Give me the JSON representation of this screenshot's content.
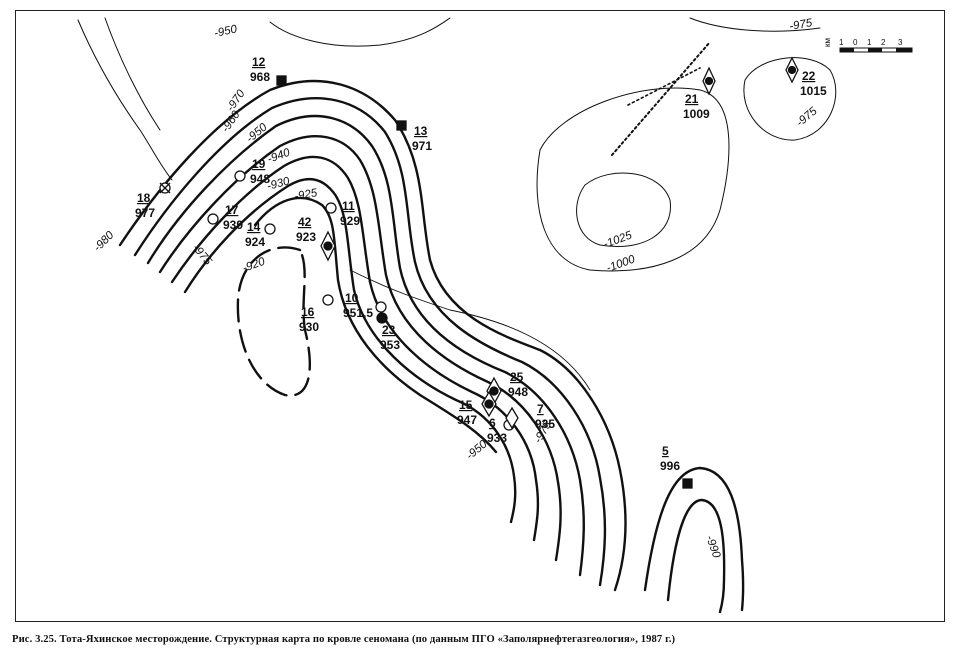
{
  "caption": "Рис. 3.25. Тота-Яхинское месторождение. Структурная карта по кровле сеномана (по данным ПГО «Заполярнефтегазгеология», 1987 г.)",
  "wells": [
    {
      "num": "12",
      "alt": "968",
      "icon": "well-filled-square-icon"
    },
    {
      "num": "13",
      "alt": "971",
      "icon": "well-filled-square-icon"
    },
    {
      "num": "18",
      "alt": "977",
      "icon": "well-crossed-circle-icon"
    },
    {
      "num": "19",
      "alt": "948",
      "icon": "well-open-circle-icon"
    },
    {
      "num": "17",
      "alt": "939",
      "icon": "well-open-circle-icon"
    },
    {
      "num": "14",
      "alt": "924",
      "icon": "well-open-circle-icon"
    },
    {
      "num": "42",
      "alt": "923",
      "icon": "well-diamond-gas-icon"
    },
    {
      "num": "11",
      "alt": "929",
      "icon": "well-open-circle-icon"
    },
    {
      "num": "16",
      "alt": "930",
      "icon": "well-open-circle-icon"
    },
    {
      "num": "10",
      "alt": "951,5",
      "icon": "well-open-circle-icon"
    },
    {
      "num": "23",
      "alt": "953",
      "icon": "well-filled-circle-icon"
    },
    {
      "num": "25",
      "alt": "948",
      "icon": "well-diamond-gas-icon"
    },
    {
      "num": "15",
      "alt": "947",
      "icon": "well-diamond-gas-icon"
    },
    {
      "num": "6",
      "alt": "933",
      "icon": "well-open-circle-icon"
    },
    {
      "num": "7",
      "alt": "935",
      "icon": "well-diamond-gas-icon"
    },
    {
      "num": "5",
      "alt": "996",
      "icon": "well-filled-square-icon"
    },
    {
      "num": "21",
      "alt": "1009",
      "icon": "well-diamond-gas-icon"
    },
    {
      "num": "22",
      "alt": "1015",
      "icon": "well-diamond-gas-icon"
    }
  ],
  "contour_labels": [
    "-950",
    "-975",
    "-970",
    "-960",
    "-950",
    "-940",
    "-930",
    "-925",
    "-920",
    "-980",
    "-975",
    "-1025",
    "-1000",
    "-975",
    "-950",
    "-975",
    "-990"
  ],
  "scale": {
    "unit": "км",
    "ticks": [
      "1",
      "0",
      "1",
      "2",
      "3"
    ]
  },
  "colors": {
    "ink": "#111111",
    "background": "#ffffff"
  }
}
